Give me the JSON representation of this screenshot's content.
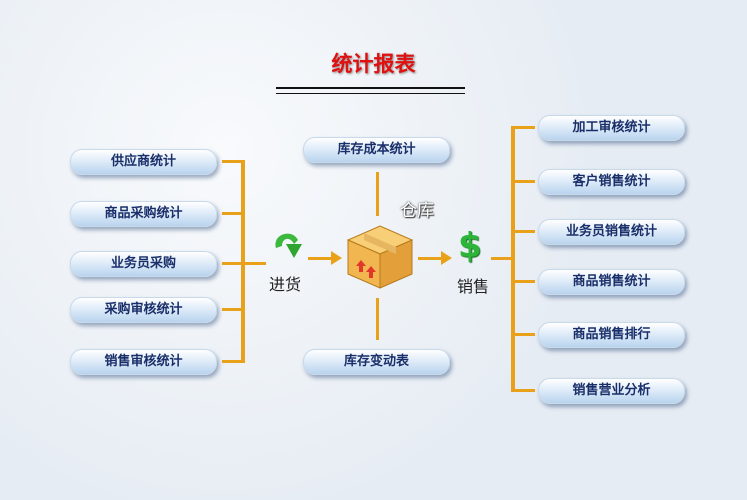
{
  "title": "统计报表",
  "left_buttons": [
    "供应商统计",
    "商品采购统计",
    "业务员采购",
    "采购审核统计",
    "销售审核统计"
  ],
  "middle_buttons": [
    "库存成本统计",
    "库存变动表"
  ],
  "right_buttons": [
    "加工审核统计",
    "客户销售统计",
    "业务员销售统计",
    "商品销售统计",
    "商品销售排行",
    "销售营业分析"
  ],
  "labels": {
    "purchase": "进货",
    "warehouse": "仓库",
    "sales": "销售"
  },
  "icons": {
    "purchase": "green-curved-arrow-icon",
    "warehouse": "cardboard-box-icon",
    "sales": "dollar-sign-icon"
  },
  "colors": {
    "connector": "#e9a11a",
    "title": "#e01010",
    "button_text": "#1a2f6a"
  }
}
